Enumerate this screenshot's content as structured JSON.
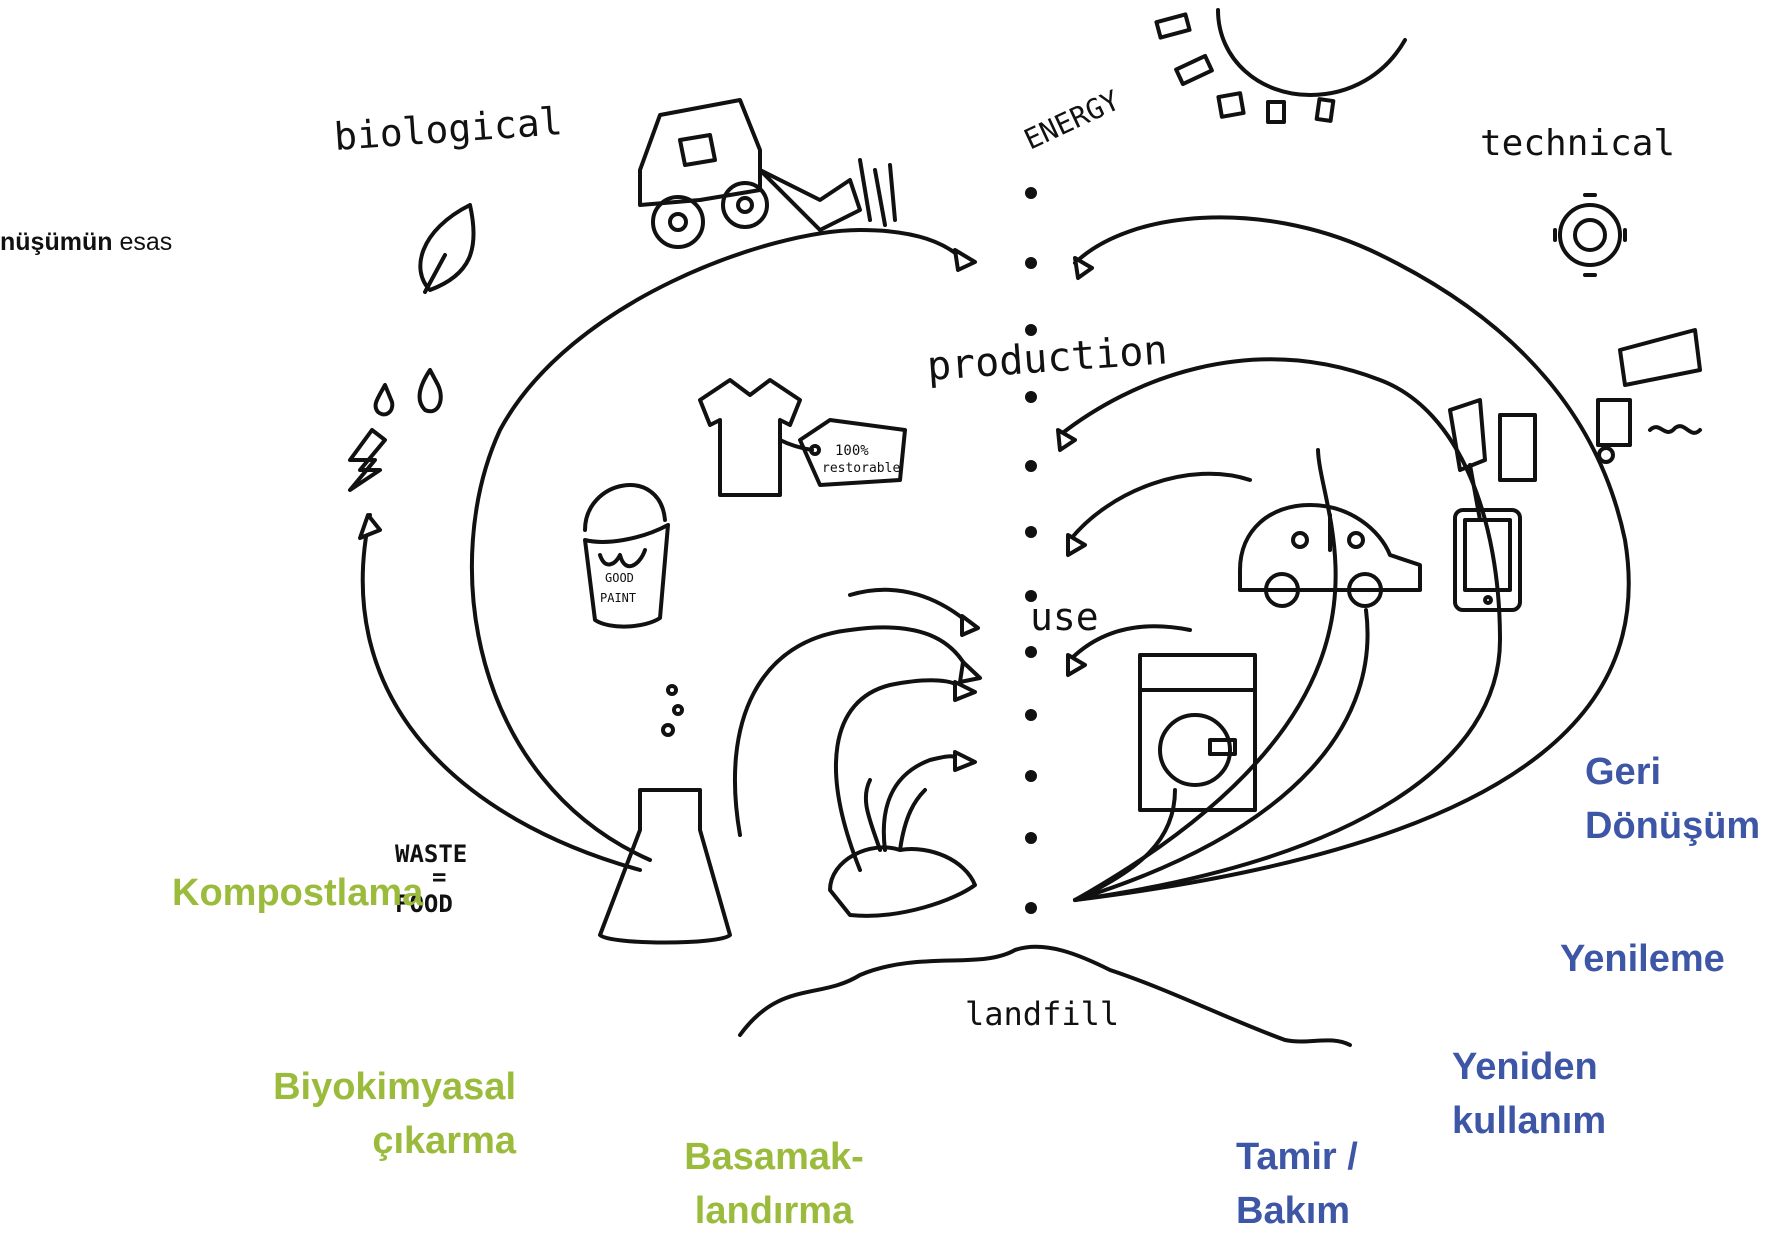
{
  "caption_fragment": {
    "bold": "nüşümün",
    "rest": " esas"
  },
  "sketch": {
    "biological": "biological",
    "technical": "technical",
    "energy": "ENERGY",
    "production": "production",
    "use": "use",
    "waste_line1": "WASTE",
    "waste_line2": "=",
    "waste_line3": "FOOD",
    "landfill": "landfill",
    "tag_line1": "100%",
    "tag_line2": "restorable",
    "paint_line1": "GOOD",
    "paint_line2": "PAINT"
  },
  "labels": {
    "kompostlama": "Kompostlama",
    "biyokimyasal_1": "Biyokimyasal",
    "biyokimyasal_2": "çıkarma",
    "basamak_1": "Basamak-",
    "basamak_2": "landırma",
    "tamir_1": "Tamir /",
    "tamir_2": "Bakım",
    "yeniden_1": "Yeniden",
    "yeniden_2": "kullanım",
    "yenileme": "Yenileme",
    "geri_1": "Geri",
    "geri_2": "Dönüşüm"
  },
  "colors": {
    "biological": "#9bbb3c",
    "technical": "#3d56a6",
    "ink": "#111111"
  }
}
